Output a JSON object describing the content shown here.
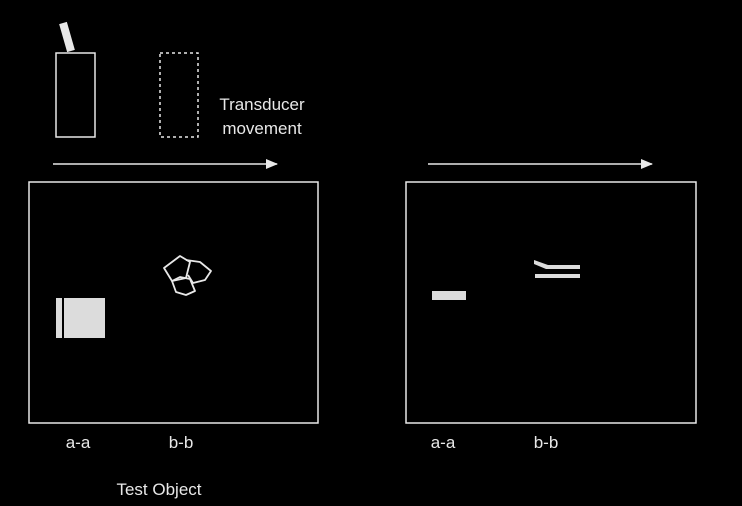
{
  "labels": {
    "transducer_line1": "Transducer",
    "transducer_line2": "movement",
    "left_aa": "a-a",
    "left_bb": "b-b",
    "right_aa": "a-a",
    "right_bb": "b-b",
    "test_object": "Test Object"
  },
  "colors": {
    "background": "#000000",
    "stroke": "#e8e8e8",
    "fill": "#dcdcdc"
  }
}
